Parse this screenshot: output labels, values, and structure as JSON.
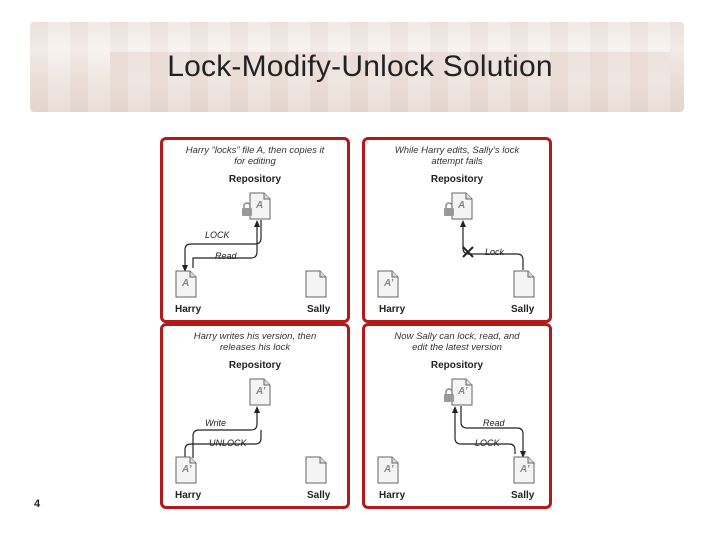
{
  "slide": {
    "title": "Lock-Modify-Unlock Solution",
    "number": "4"
  },
  "panels": [
    {
      "caption": "Harry “locks” file A, then copies it for editing",
      "repository": "Repository",
      "repo_file": "A",
      "harry_file": "A",
      "sally_file": "",
      "labels": [
        "LOCK",
        "Read"
      ],
      "harry": "Harry",
      "sally": "Sally"
    },
    {
      "caption": "While Harry edits, Sally’s lock attempt fails",
      "repository": "Repository",
      "repo_file": "A",
      "harry_file": "A’",
      "sally_file": "",
      "labels": [
        "Lock"
      ],
      "harry": "Harry",
      "sally": "Sally"
    },
    {
      "caption": "Harry writes his version, then releases his lock",
      "repository": "Repository",
      "repo_file": "A’",
      "harry_file": "A’",
      "sally_file": "",
      "labels": [
        "Write",
        "UNLOCK"
      ],
      "harry": "Harry",
      "sally": "Sally"
    },
    {
      "caption": "Now Sally can lock, read, and edit the latest version",
      "repository": "Repository",
      "repo_file": "A’",
      "harry_file": "A’",
      "sally_file": "A’",
      "labels": [
        "Read",
        "LOCK"
      ],
      "harry": "Harry",
      "sally": "Sally"
    }
  ]
}
